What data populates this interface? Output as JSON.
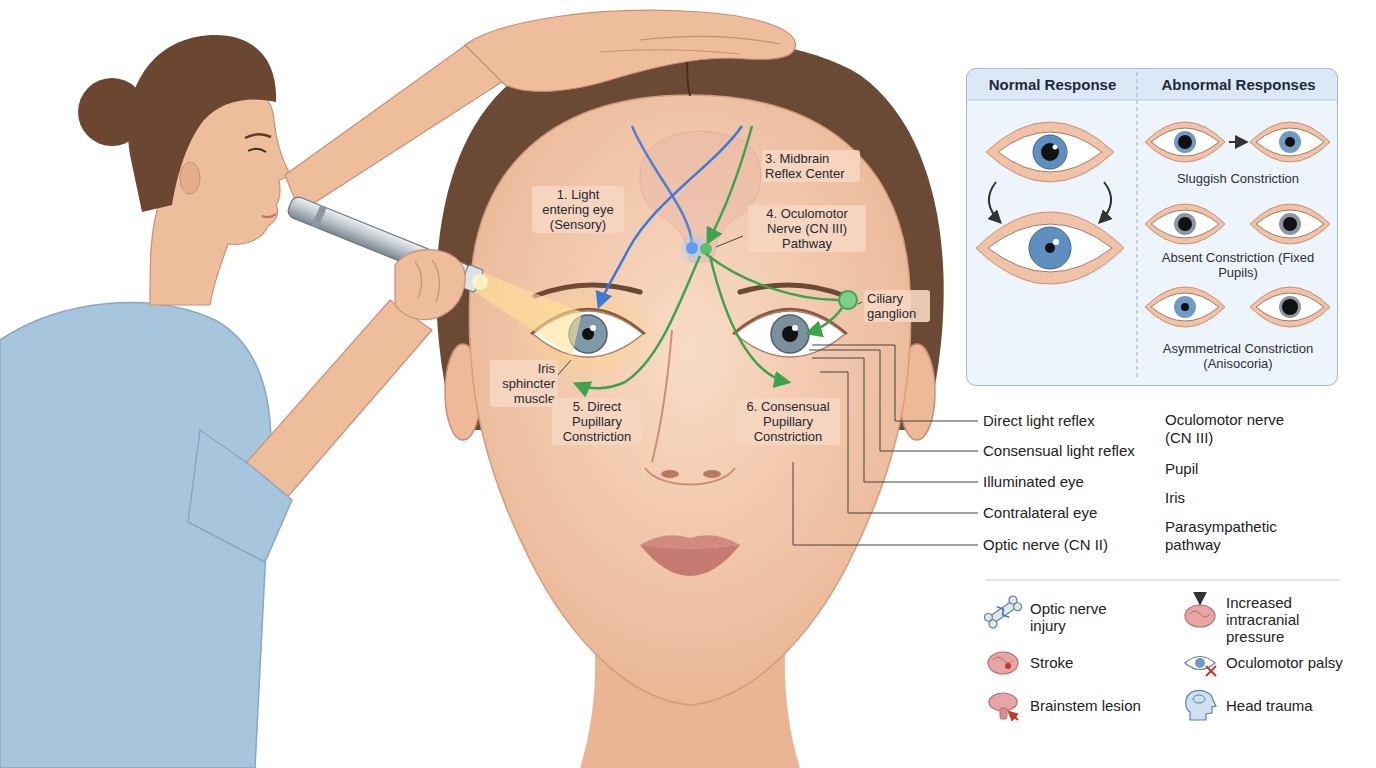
{
  "diagram": {
    "nodes": [
      {
        "text": [
          "Normal Response",
          "Abnormal Responses",
          "Sluggish Constriction",
          "Absent Constriction (Fixed Pupils)",
          "Asymmetrical Constriction (Anisocoria)"
        ]
      }
    ],
    "labels": [
      "1. Light entering eye (Sensory)",
      "3. Midbrain Reflex Center",
      "4. Oculomotor Nerve (CN III) Pathway",
      "Ciliary ganglion",
      "Iris sphincter muscle",
      "5. Direct Pupillary Constriction",
      "6. Consensual Pupillary Constriction",
      "Direct light reflex",
      "Consensual light reflex",
      "Illuminated eye",
      "Contralateral eye",
      "Optic nerve (CN II)",
      "Oculomotor nerve (CN III)",
      "Pupil",
      "Iris",
      "Parasympathetic pathway",
      "Optic nerve injury",
      "Increased intracranial pressure",
      "Stroke",
      "Oculomotor palsy",
      "Brainstem lesion",
      "Head trauma"
    ]
  }
}
